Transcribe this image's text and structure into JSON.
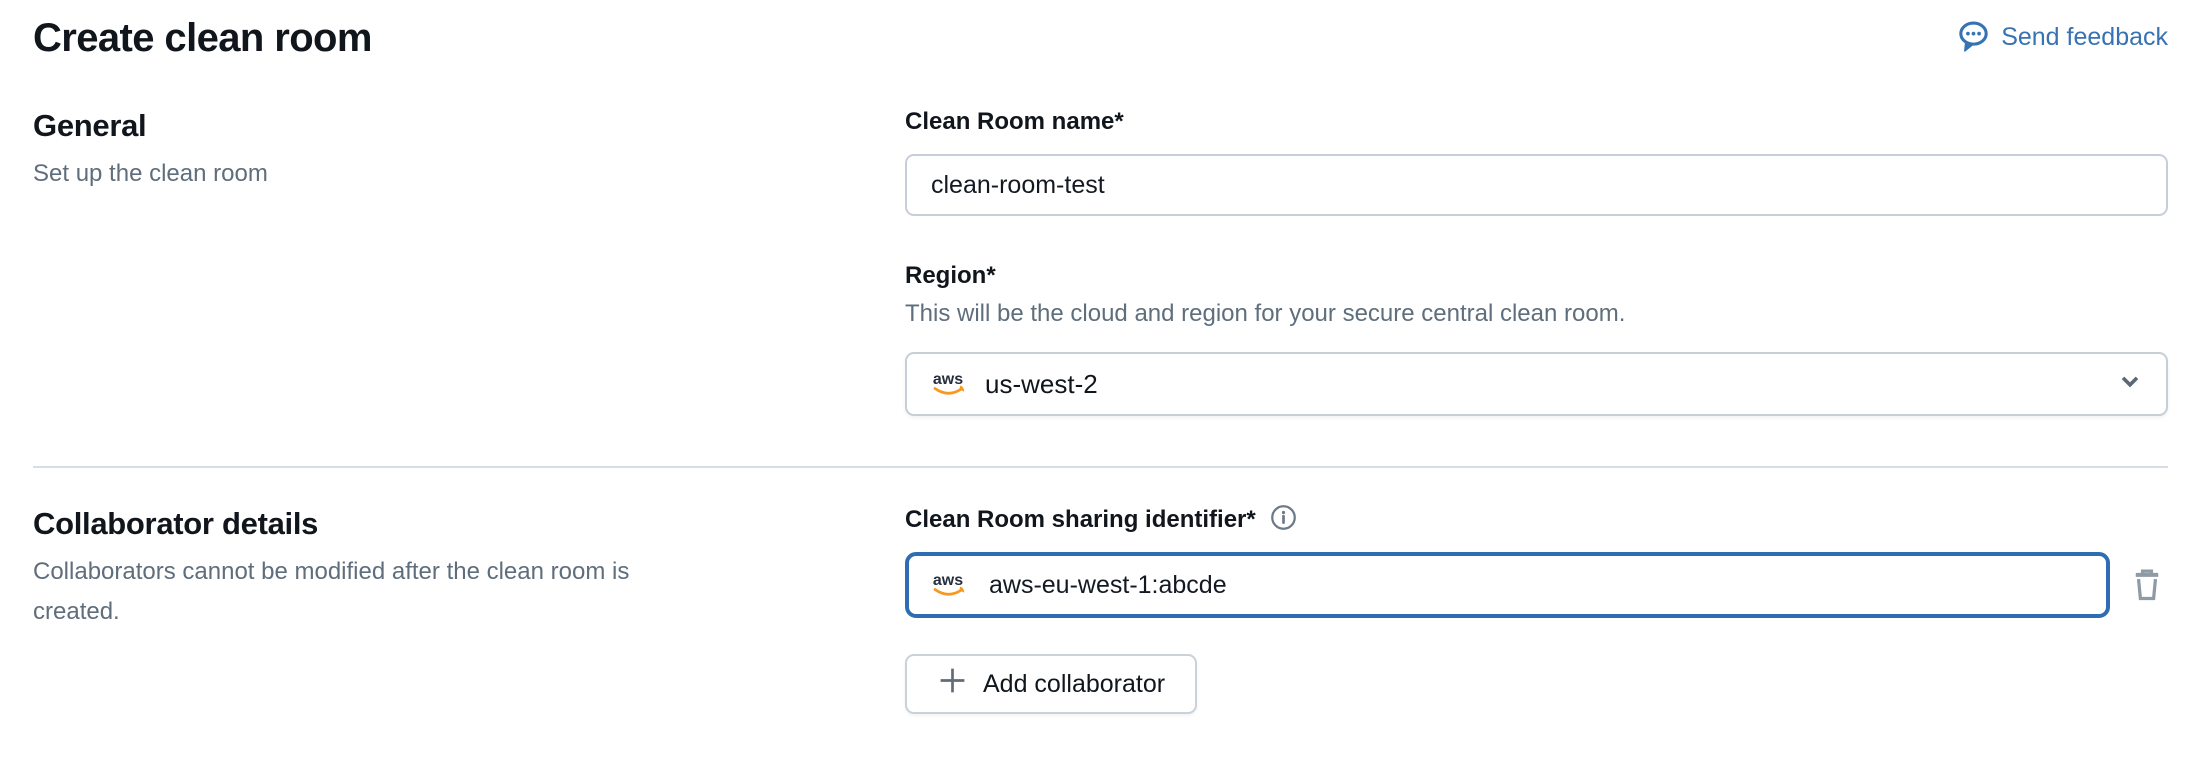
{
  "page": {
    "title": "Create clean room",
    "feedback_label": "Send feedback"
  },
  "general": {
    "title": "General",
    "subtitle": "Set up the clean room",
    "fields": {
      "name": {
        "label": "Clean Room name*",
        "value": "clean-room-test"
      },
      "region": {
        "label": "Region*",
        "description": "This will be the cloud and region for your secure central clean room.",
        "cloud": "aws",
        "value": "us-west-2"
      }
    }
  },
  "collaborators": {
    "title": "Collaborator details",
    "subtitle": "Collaborators cannot be modified after the clean room is created.",
    "fields": {
      "sharing_identifier": {
        "label": "Clean Room sharing identifier*",
        "cloud": "aws",
        "value": "aws-eu-west-1:abcde"
      }
    },
    "add_button_label": "Add collaborator"
  },
  "icons": {
    "feedback": "speech-bubble-dots-icon",
    "info": "info-circle-icon",
    "cloud": "aws-logo-icon",
    "dropdown": "chevron-down-icon",
    "delete": "trash-icon",
    "add": "plus-icon"
  },
  "colors": {
    "link_blue": "#3772b3",
    "focus_border_blue": "#2f6db2",
    "input_border_gray": "#c6ced7",
    "divider_gray": "#d7dde4",
    "muted_text": "#5f6e7c",
    "heading_text": "#11161d",
    "aws_orange": "#f7981f",
    "aws_navy": "#252f3e"
  }
}
